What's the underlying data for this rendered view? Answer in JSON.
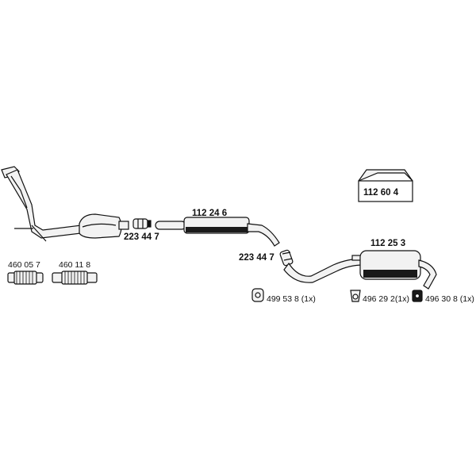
{
  "parts": {
    "manifold_catalyst": {
      "icon": "manifold-catalyst-icon"
    },
    "clamp_front": {
      "number": "223 44 7",
      "icon": "pipe-clamp-icon"
    },
    "middle_silencer": {
      "number": "112 24 6",
      "icon": "middle-silencer-icon"
    },
    "clamp_rear": {
      "number": "223 44 7",
      "icon": "pipe-clamp-icon"
    },
    "rear_silencer": {
      "number": "112 25 3",
      "icon": "rear-silencer-icon"
    },
    "flex_pipe_a": {
      "number": "460 05 7",
      "icon": "flex-pipe-icon"
    },
    "flex_pipe_b": {
      "number": "460 11 8",
      "icon": "flex-pipe-icon"
    },
    "mounting_kit": {
      "number": "112 60 4",
      "icon": "parts-box-icon"
    },
    "rubber_mount_a": {
      "label": "499 53 8 (1x)",
      "icon": "rubber-mount-icon"
    },
    "rubber_mount_b": {
      "label": "496 29 2(1x)",
      "icon": "rubber-mount-icon"
    },
    "rubber_mount_c": {
      "label": "496 30 8 (1x)",
      "icon": "rubber-mount-icon"
    }
  },
  "colors": {
    "line": "#111111",
    "pipe_fill": "#f2f2f2",
    "shade": "#1a1a1a"
  }
}
